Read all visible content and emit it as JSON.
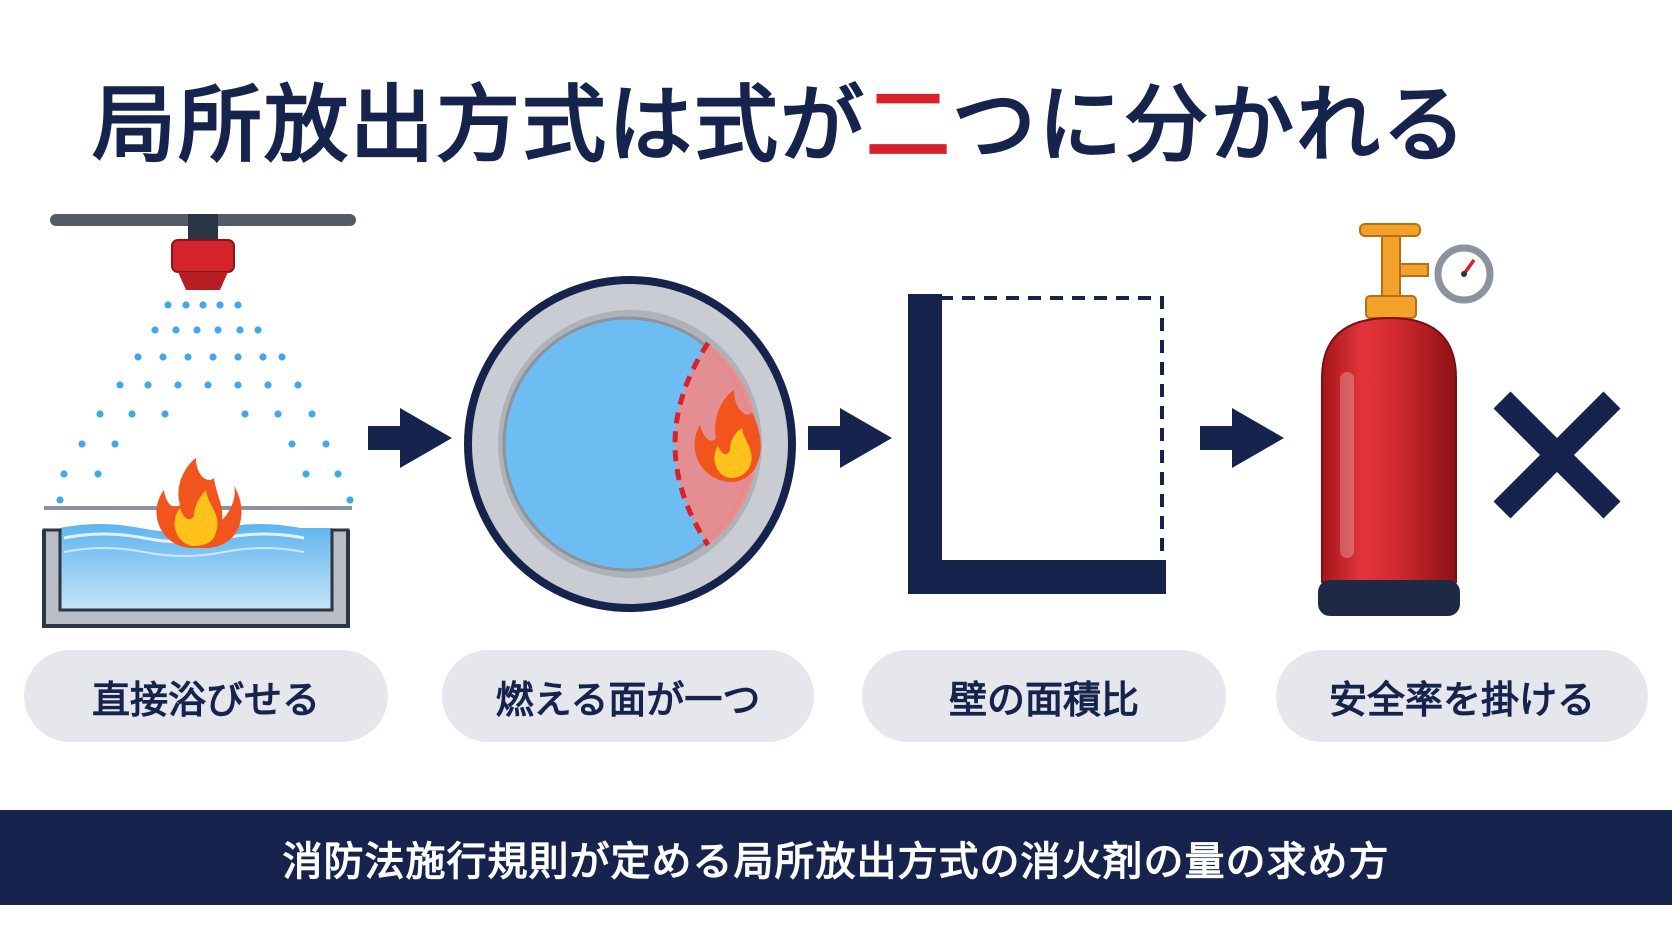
{
  "title": {
    "before": "局所放出方式は式が",
    "accent": "二",
    "after": "つに分かれる"
  },
  "colors": {
    "navy": "#16244d",
    "accent_red": "#d7222b",
    "pill_bg": "#e6e7ec",
    "water_blue": "#6dbcf2",
    "cylinder_red": "#d62a2f"
  },
  "steps": [
    {
      "label": "直接浴びせる",
      "icon": "sprinkler-over-tank-fire-icon"
    },
    {
      "label": "燃える面が一つ",
      "icon": "round-tank-fire-icon"
    },
    {
      "label": "壁の面積比",
      "icon": "wall-area-ratio-icon"
    },
    {
      "label": "安全率を掛ける",
      "icon": "gas-cylinder-icon"
    }
  ],
  "footer": "消防法施行規則が定める局所放出方式の消火剤の量の求め方"
}
